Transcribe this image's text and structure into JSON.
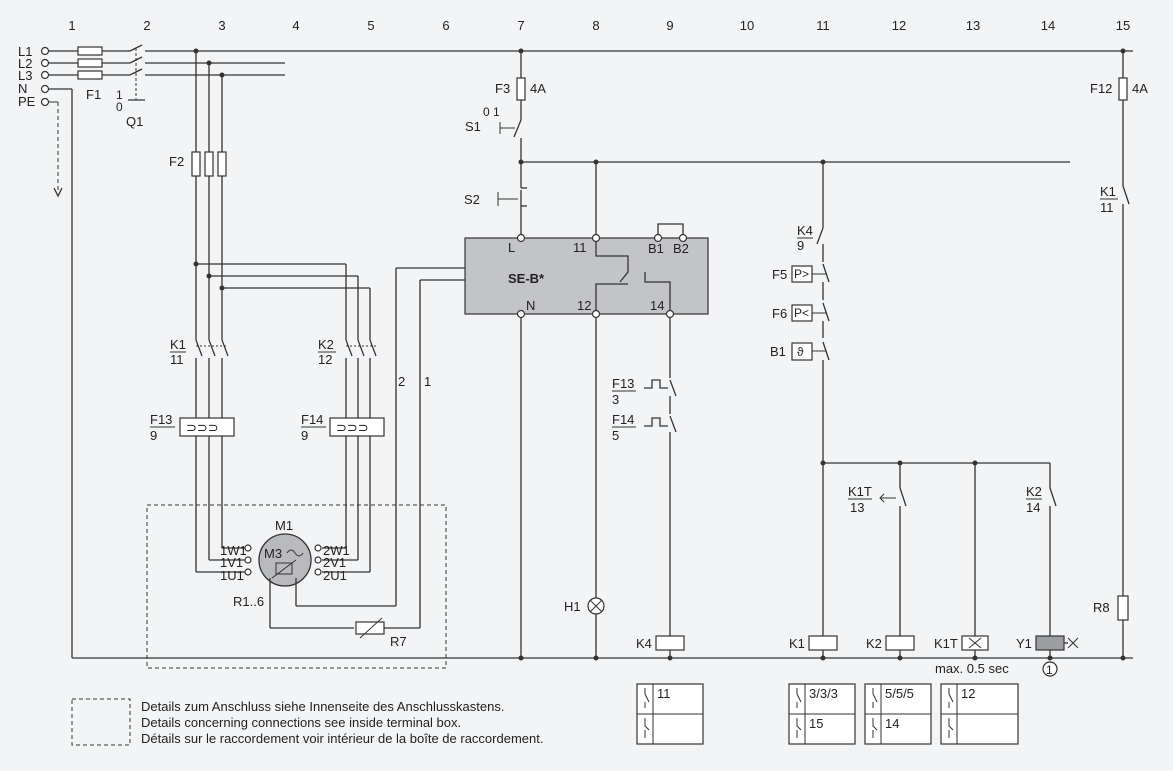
{
  "columns": [
    "1",
    "2",
    "3",
    "4",
    "5",
    "6",
    "7",
    "8",
    "9",
    "10",
    "11",
    "12",
    "13",
    "14",
    "15"
  ],
  "lines": [
    "L1",
    "L2",
    "L3",
    "N",
    "PE"
  ],
  "labels": {
    "F1": "F1",
    "Q1": "Q1",
    "q1_on": "1",
    "q1_off": "0",
    "F2": "F2",
    "F3": "F3",
    "F3_rating": "4A",
    "F12": "F12",
    "F12_rating": "4A",
    "S1": "S1",
    "S1_pos": "0 1",
    "S2": "S2",
    "relay_name": "SE-B*",
    "relay_L": "L",
    "relay_N": "N",
    "relay_11": "11",
    "relay_12": "12",
    "relay_14": "14",
    "relay_B1": "B1",
    "relay_B2": "B2",
    "K1_top": "K1",
    "K1_bot": "11",
    "K2_top": "K2",
    "K2_bot": "12",
    "F13_top": "F13",
    "F13_bot": "9",
    "F14_top": "F14",
    "F14_bot": "9",
    "wire_2": "2",
    "wire_1": "1",
    "M1": "M1",
    "M3": "M3",
    "R1_6": "R1..6",
    "R7": "R7",
    "t_1W1": "1W1",
    "t_1V1": "1V1",
    "t_1U1": "1U1",
    "t_2W1": "2W1",
    "t_2V1": "2V1",
    "t_2U1": "2U1",
    "F13b_top": "F13",
    "F13b_bot": "3",
    "F14b_top": "F14",
    "F14b_bot": "5",
    "H1": "H1",
    "K4_coil": "K4",
    "K4_top": "K4",
    "K4_bot": "9",
    "F5": "F5",
    "F5_sym": "P>",
    "F6": "F6",
    "F6_sym": "P<",
    "B1": "B1",
    "B1_sym": "ϑ",
    "K1T_top": "K1T",
    "K1T_bot": "13",
    "K2c_top": "K2",
    "K2c_bot": "14",
    "K1_coil": "K1",
    "K2_coil": "K2",
    "K1T_coil": "K1T",
    "Y1_coil": "Y1",
    "max_time": "max. 0.5 sec",
    "circle_1": "1",
    "K1_15_top": "K1",
    "K1_15_bot": "11",
    "R8": "R8"
  },
  "contact_tables": [
    {
      "top": "11",
      "bot": ""
    },
    {
      "top": "3/3/3",
      "bot": "15"
    },
    {
      "top": "5/5/5",
      "bot": "14"
    },
    {
      "top": "12",
      "bot": ""
    }
  ],
  "legend": {
    "de": "Details zum Anschluss siehe Innenseite des Anschlusskastens.",
    "en": "Details concerning connections see inside terminal box.",
    "fr": "Détails sur le raccordement voir intérieur de la boîte de raccordement."
  },
  "colors": {
    "relay_fill": "#c3c4c7",
    "motor_fill": "#b9babd",
    "coil_fill": "#9d9ea2",
    "line": "#333333"
  }
}
